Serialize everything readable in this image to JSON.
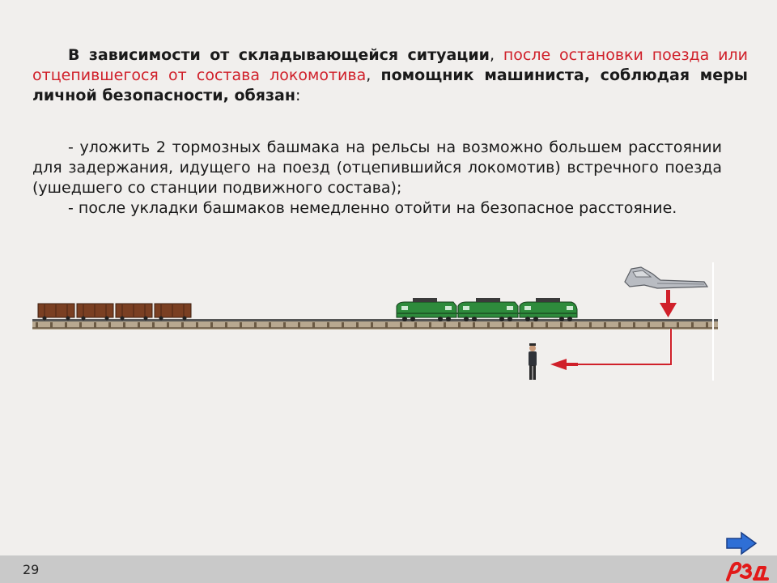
{
  "heading": {
    "part1": "В зависимости от складывающейся ситуации",
    "comma1": ", ",
    "part2": "после остановки поезда или отцепившегося от состава локомотива",
    "comma2": ", ",
    "part3": "помощник машиниста, соблюдая меры личной безопасности, обязан",
    "colon": ":"
  },
  "bullets": [
    "- уложить 2 тормозных башмака на рельсы на возможно большем расстоянии для задержания, идущего на поезд (отцепившийся локомотив) встречного поезда (ушедшего со станции подвижного состава);",
    "- после укладки башмаков немедленно отойти на безопасное расстояние."
  ],
  "footer": {
    "page_number": "29"
  },
  "icons": {
    "next": "arrow-right-icon",
    "logo": "rzd-logo"
  },
  "colors": {
    "accent_red": "#d0202a",
    "locomotive_green": "#2e8b3c",
    "arrow_blue": "#2f6fd6"
  }
}
